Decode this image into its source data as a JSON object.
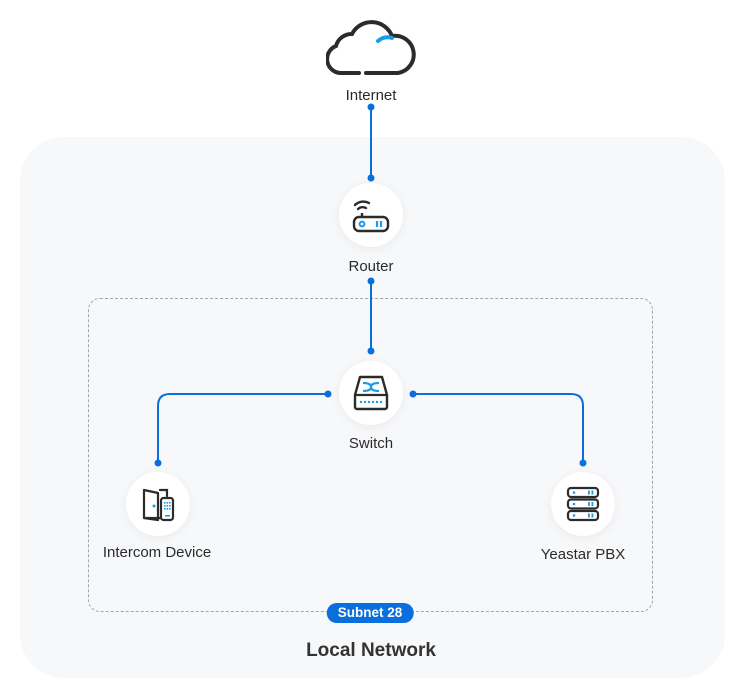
{
  "colors": {
    "accent": "#0a6fdc",
    "icon_stroke": "#2b2b2b",
    "panel_bg": "#f7f8fa",
    "dash": "#a3a5a8"
  },
  "nodes": {
    "internet": {
      "label": "Internet",
      "icon": "cloud-icon"
    },
    "router": {
      "label": "Router",
      "icon": "router-icon"
    },
    "switch": {
      "label": "Switch",
      "icon": "switch-icon"
    },
    "intercom": {
      "label": "Intercom Device",
      "icon": "intercom-door-icon"
    },
    "pbx": {
      "label": "Yeastar PBX",
      "icon": "server-stack-icon"
    }
  },
  "subnet": {
    "label": "Subnet 28"
  },
  "network": {
    "title": "Local Network"
  },
  "connections": [
    {
      "from": "internet",
      "to": "router"
    },
    {
      "from": "router",
      "to": "switch"
    },
    {
      "from": "switch",
      "to": "intercom"
    },
    {
      "from": "switch",
      "to": "pbx"
    }
  ]
}
